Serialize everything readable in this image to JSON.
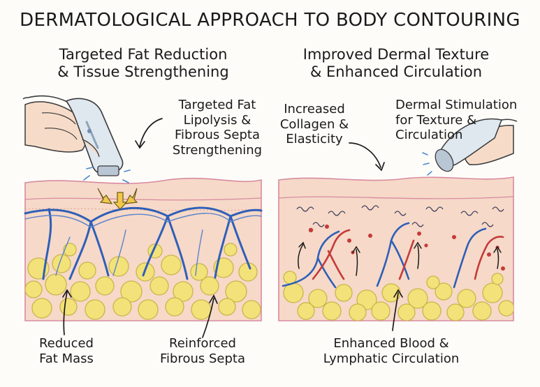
{
  "title": "DERMATOLOGICAL APPROACH TO BODY CONTOURING",
  "left_panel": {
    "heading_line1": "Targeted Fat Reduction",
    "heading_line2": "& Tissue Strengthening",
    "callout_line1": "Targeted Fat",
    "callout_line2": "Lipolysis &",
    "callout_line3": "Fibrous Septa",
    "callout_line4": "Strengthening",
    "bottom_left_line1": "Reduced",
    "bottom_left_line2": "Fat Mass",
    "bottom_right_line1": "Reinforced",
    "bottom_right_line2": "Fibrous Septa"
  },
  "right_panel": {
    "heading_line1": "Improved Dermal Texture",
    "heading_line2": "& Enhanced Circulation",
    "callout_left_line1": "Increased",
    "callout_left_line2": "Collagen &",
    "callout_left_line3": "Elasticity",
    "callout_right_line1": "Dermal Stimulation",
    "callout_right_line2": "for Texture &",
    "callout_right_line3": "Circulation",
    "bottom_line1": "Enhanced Blood &",
    "bottom_line2": "Lymphatic Circulation"
  },
  "colors": {
    "skin": "#f6d9c8",
    "dermis": "#f3c9b6",
    "septa": "#2f5fb8",
    "fat": "#f3e27a",
    "blood": "#c53a3a",
    "border": "#d88aa0"
  }
}
